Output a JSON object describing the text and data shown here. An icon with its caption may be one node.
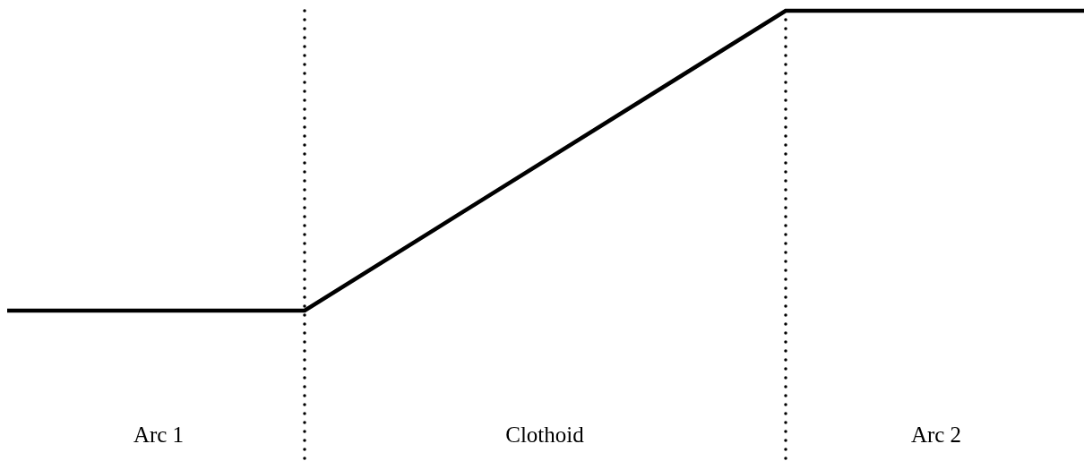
{
  "diagram": {
    "labels": [
      "Arc 1",
      "Clothoid",
      "Arc 2"
    ]
  }
}
